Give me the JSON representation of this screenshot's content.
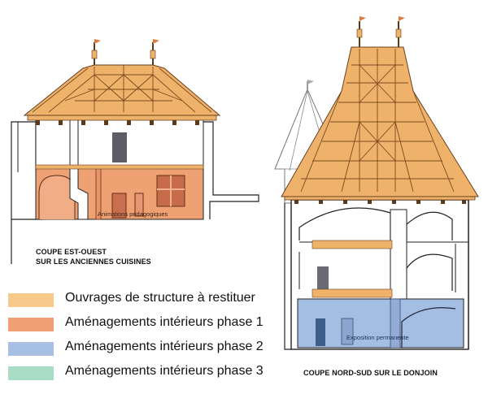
{
  "west_section": {
    "caption_line1": "COUPE EST-OUEST",
    "caption_line2": "SUR LES ANCIENNES CUISINES",
    "room_label": "Animations pédagogiques"
  },
  "north_section": {
    "caption": "COUPE NORD-SUD SUR LE DONJOIN",
    "room_label": "Exposition permanente"
  },
  "legend": {
    "items": [
      {
        "label": "Ouvrages de structure à restituer",
        "color": "#f7c98a"
      },
      {
        "label": "Aménagements intérieurs phase 1",
        "color": "#ee9f73"
      },
      {
        "label": "Aménagements intérieurs phase 2",
        "color": "#a7bfe3"
      },
      {
        "label": "Aménagements intérieurs phase 3",
        "color": "#a9dcc4"
      }
    ]
  },
  "colors": {
    "timber": "#efb26a",
    "timber_dark": "#8a5a2a",
    "phase1": "#eea173",
    "phase2": "#a3bde3",
    "line": "#222222",
    "pennant": "#e07a3a"
  }
}
